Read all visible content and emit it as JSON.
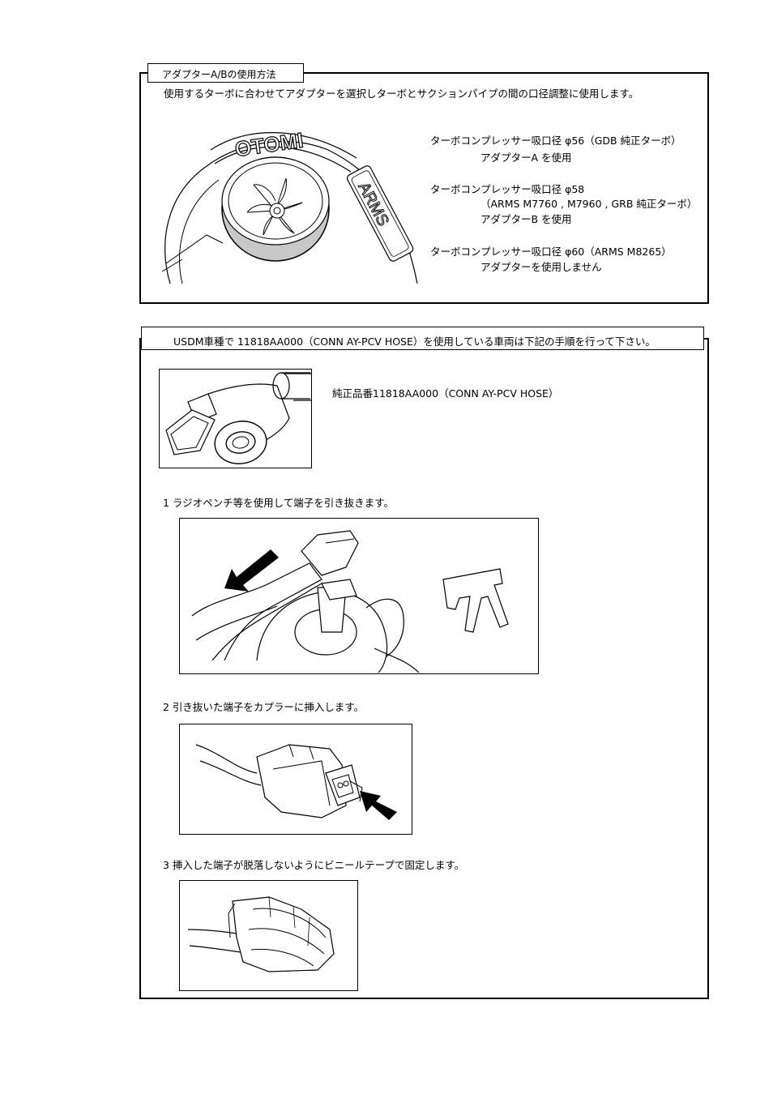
{
  "section1": {
    "tab_label": "アダプターA/Bの使用方法",
    "intro": "使用するターボに合わせてアダプターを選択しターボとサクションパイプの間の口径調整に使用します。",
    "illustration": {
      "brand_text_1": "OTOMI",
      "brand_text_2": "ARMS"
    },
    "specs": [
      {
        "line1": "ターボコンプレッサー吸口径 φ56（GDB 純正ターボ）",
        "line2": "アダプターA を使用"
      },
      {
        "line1": "ターボコンプレッサー吸口径 φ58",
        "line2": "（ARMS M7760 , M7960 , GRB 純正ターボ）",
        "line3": "アダプターB を使用"
      },
      {
        "line1": "ターボコンプレッサー吸口径 φ60（ARMS M8265）",
        "line2": "アダプターを使用しません"
      }
    ]
  },
  "section2": {
    "tab_label": "USDM車種で 11818AA000（CONN AY-PCV HOSE）を使用している車両は下記の手順を行って下さい。",
    "part_label": "純正品番11818AA000（CONN AY-PCV HOSE）",
    "steps": [
      {
        "text": "1 ラジオペンチ等を使用して端子を引き抜きます。"
      },
      {
        "text": "2 引き抜いた端子をカプラーに挿入します。"
      },
      {
        "text": "3 挿入した端子が脱落しないようにビニールテープで固定します。"
      }
    ]
  }
}
